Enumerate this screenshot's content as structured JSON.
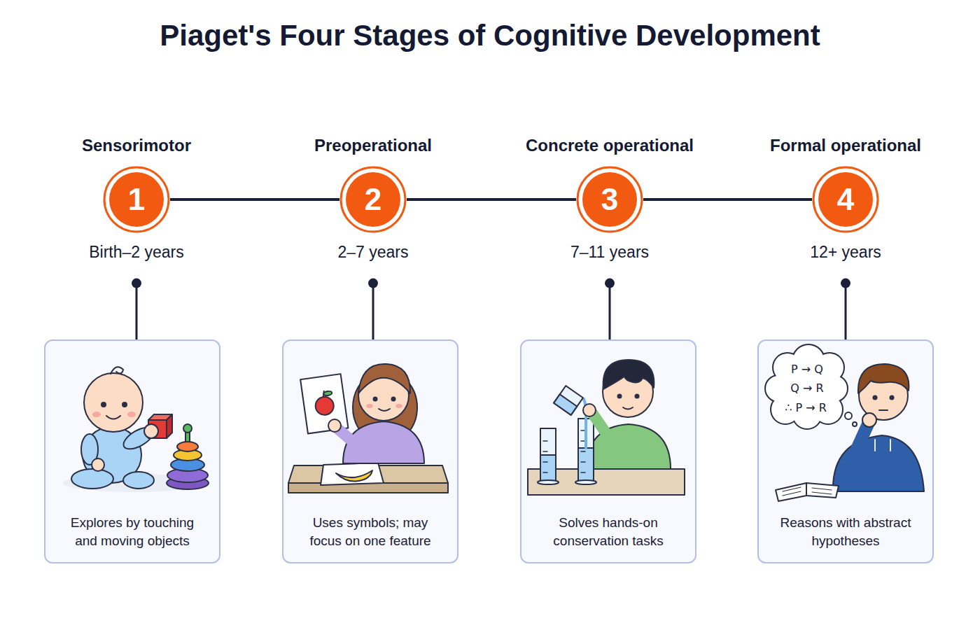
{
  "diagram": {
    "title": "Piaget's Four Stages of Cognitive Development",
    "nodes": [
      {
        "text": [
          "Sensorimotor",
          "1",
          "Birth–2 years"
        ]
      },
      {
        "text": [
          "Preoperational",
          "2",
          "2–7 years"
        ]
      },
      {
        "text": [
          "Concrete operational",
          "3",
          "7–11 years"
        ]
      },
      {
        "text": [
          "Formal operational",
          "4",
          "12+ years"
        ]
      },
      {
        "text": [
          "Explores by touching and moving objects"
        ]
      },
      {
        "text": [
          "Uses symbols; may focus on one feature"
        ]
      },
      {
        "text": [
          "Solves hands-on conservation tasks"
        ]
      },
      {
        "text": [
          "Reasons with abstract hypotheses"
        ]
      }
    ],
    "edges": [
      {
        "from": 0,
        "to": 1,
        "arrow": "none"
      },
      {
        "from": 1,
        "to": 2,
        "arrow": "none"
      },
      {
        "from": 2,
        "to": 3,
        "arrow": "none"
      },
      {
        "from": 0,
        "to": 4,
        "arrow": "none"
      },
      {
        "from": 1,
        "to": 5,
        "arrow": "none"
      },
      {
        "from": 2,
        "to": 6,
        "arrow": "none"
      },
      {
        "from": 3,
        "to": 7,
        "arrow": "none"
      }
    ],
    "labels": [
      "P → Q",
      "Q → R",
      "∴ P → R"
    ]
  }
}
